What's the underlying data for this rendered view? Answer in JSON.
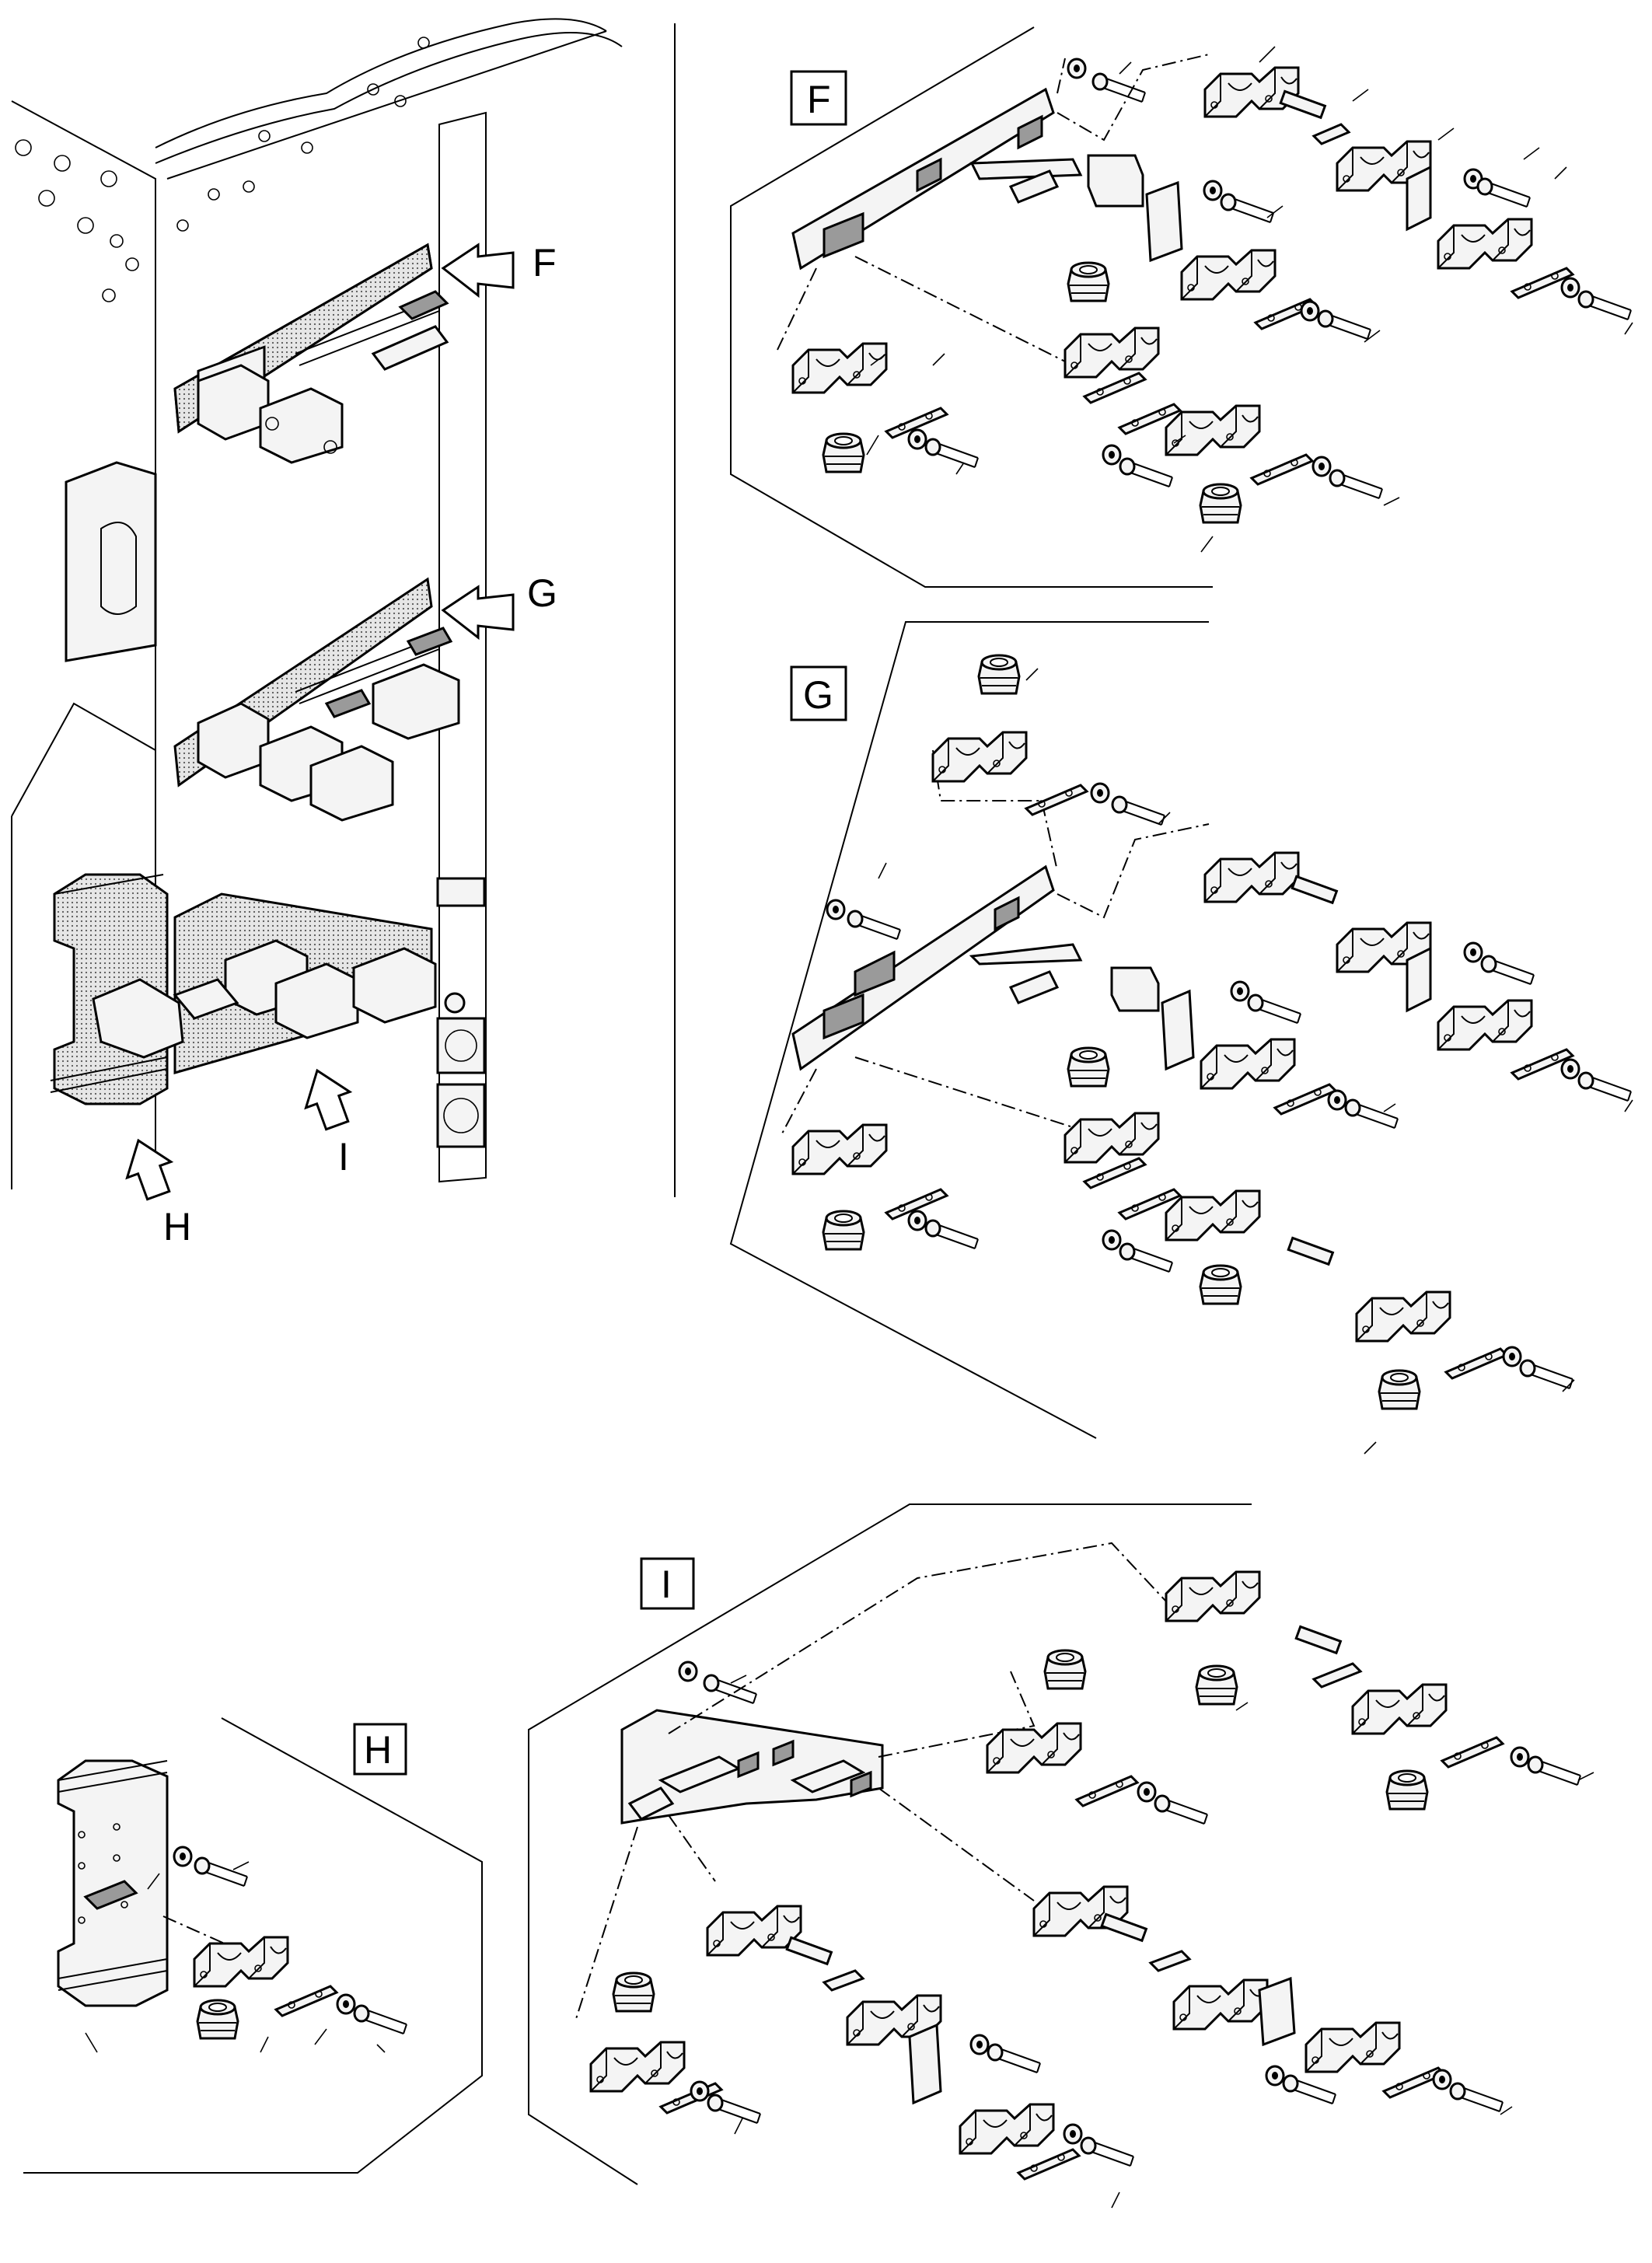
{
  "detail_labels": {
    "F": "F",
    "G": "G",
    "H": "H",
    "I": "I"
  },
  "arrow_labels": {
    "F": "F",
    "G": "G",
    "H": "H",
    "I": "I"
  }
}
